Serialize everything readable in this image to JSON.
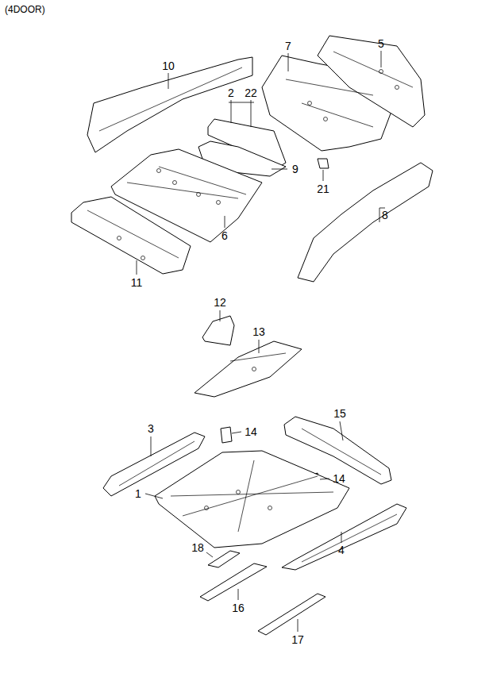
{
  "diagram": {
    "title": "(4DOOR)",
    "labels": [
      "10",
      "7",
      "5",
      "2",
      "22",
      "9",
      "21",
      "8",
      "6",
      "11",
      "12",
      "13",
      "3",
      "14",
      "15",
      "14",
      "1",
      "18",
      "4",
      "16",
      "17"
    ]
  }
}
